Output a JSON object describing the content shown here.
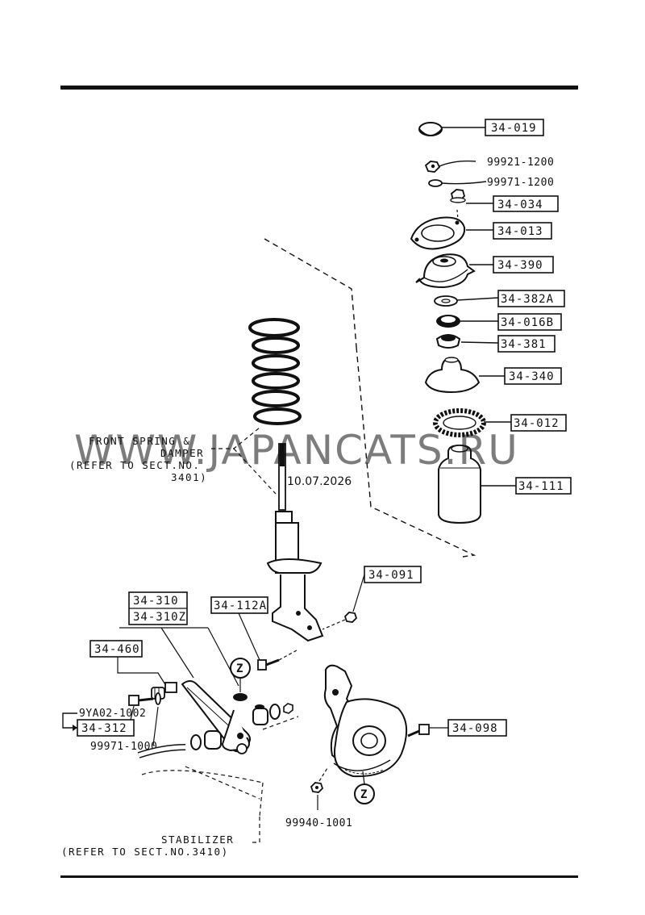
{
  "parts": {
    "p34_019": "34-019",
    "p34_034": "34-034",
    "p34_013": "34-013",
    "p34_390": "34-390",
    "p34_382A": "34-382A",
    "p34_016B": "34-016B",
    "p34_381": "34-381",
    "p34_340": "34-340",
    "p34_012": "34-012",
    "p34_111": "34-111",
    "p34_091": "34-091",
    "p34_112A": "34-112A",
    "p34_310": "34-310",
    "p34_310Z": "34-310Z",
    "p34_460": "34-460",
    "p34_312": "34-312",
    "p34_098": "34-098"
  },
  "labels": {
    "n99921_1200": "99921-1200",
    "n99971_1200": "99971-1200",
    "n9YA02_1002": "9YA02-1002",
    "n99971_1000": "99971-1000",
    "n99940_1001": "99940-1001",
    "z_marker": "Z"
  },
  "notes": {
    "spring_line1": "FRONT SPRING &",
    "spring_line2": "DAMPER",
    "spring_line3": "(REFER TO SECT.NO.",
    "spring_line4": "3401)",
    "stab_line1": "STABILIZER",
    "stab_line2": "(REFER TO SECT.NO.3410)"
  },
  "watermark": {
    "text": "WWW.JAPANCATS.RU",
    "date": "10.07.2026"
  }
}
